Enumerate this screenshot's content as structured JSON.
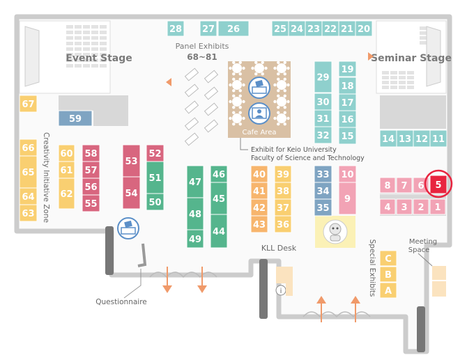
{
  "labels": {
    "event_stage": "Event Stage",
    "seminar_stage": "Seminar Stage",
    "panel_exhibits": "Panel Exhibits",
    "panel_range": "68~81",
    "cafe_area": "Cafe Area",
    "keio_line1": "Exhibit for Keio University",
    "keio_line2": "Faculty of Science and Technology",
    "creativity_zone": "Creativity Initiative Zone",
    "kll_desk": "KLL Desk",
    "special_exhibits": "Special Exhibits",
    "meeting_line1": "Meeting",
    "meeting_line2": "Space",
    "questionnaire": "Questionnaire",
    "info_glyph": "i"
  },
  "colors": {
    "teal": "#8fd0cd",
    "yellow": "#f9cf71",
    "orange": "#f7b56d",
    "pink": "#d8667f",
    "light_pink": "#f2a3b5",
    "green": "#55b58d",
    "blue_gray": "#7fa4c2",
    "cafe": "#d9c0a4",
    "highlight_red": "#e8243f",
    "wall": "#c9c9c9",
    "arrow": "#f09a6a"
  },
  "booths": [
    {
      "n": "28",
      "c": "teal"
    },
    {
      "n": "27",
      "c": "teal"
    },
    {
      "n": "26",
      "c": "teal"
    },
    {
      "n": "25",
      "c": "teal"
    },
    {
      "n": "24",
      "c": "teal"
    },
    {
      "n": "23",
      "c": "teal"
    },
    {
      "n": "22",
      "c": "teal"
    },
    {
      "n": "21",
      "c": "teal"
    },
    {
      "n": "20",
      "c": "teal"
    },
    {
      "n": "29",
      "c": "teal"
    },
    {
      "n": "30",
      "c": "teal"
    },
    {
      "n": "31",
      "c": "teal"
    },
    {
      "n": "32",
      "c": "teal"
    },
    {
      "n": "19",
      "c": "teal"
    },
    {
      "n": "18",
      "c": "teal"
    },
    {
      "n": "17",
      "c": "teal"
    },
    {
      "n": "16",
      "c": "teal"
    },
    {
      "n": "15",
      "c": "teal"
    },
    {
      "n": "14",
      "c": "teal"
    },
    {
      "n": "13",
      "c": "teal"
    },
    {
      "n": "12",
      "c": "teal"
    },
    {
      "n": "11",
      "c": "teal"
    },
    {
      "n": "67",
      "c": "yellow"
    },
    {
      "n": "66",
      "c": "yellow"
    },
    {
      "n": "65",
      "c": "yellow"
    },
    {
      "n": "64",
      "c": "yellow"
    },
    {
      "n": "63",
      "c": "yellow"
    },
    {
      "n": "59",
      "c": "blue_gray"
    },
    {
      "n": "60",
      "c": "yellow"
    },
    {
      "n": "61",
      "c": "yellow"
    },
    {
      "n": "62",
      "c": "yellow"
    },
    {
      "n": "58",
      "c": "pink"
    },
    {
      "n": "57",
      "c": "pink"
    },
    {
      "n": "56",
      "c": "pink"
    },
    {
      "n": "55",
      "c": "pink"
    },
    {
      "n": "53",
      "c": "pink"
    },
    {
      "n": "54",
      "c": "pink"
    },
    {
      "n": "52",
      "c": "pink"
    },
    {
      "n": "51",
      "c": "green"
    },
    {
      "n": "50",
      "c": "green"
    },
    {
      "n": "47",
      "c": "green"
    },
    {
      "n": "48",
      "c": "green"
    },
    {
      "n": "49",
      "c": "green"
    },
    {
      "n": "46",
      "c": "green"
    },
    {
      "n": "45",
      "c": "green"
    },
    {
      "n": "44",
      "c": "green"
    },
    {
      "n": "40",
      "c": "orange"
    },
    {
      "n": "41",
      "c": "orange"
    },
    {
      "n": "42",
      "c": "orange"
    },
    {
      "n": "43",
      "c": "orange"
    },
    {
      "n": "39",
      "c": "yellow"
    },
    {
      "n": "38",
      "c": "yellow"
    },
    {
      "n": "37",
      "c": "yellow"
    },
    {
      "n": "36",
      "c": "yellow"
    },
    {
      "n": "33",
      "c": "blue_gray"
    },
    {
      "n": "34",
      "c": "blue_gray"
    },
    {
      "n": "35",
      "c": "blue_gray"
    },
    {
      "n": "10",
      "c": "light_pink"
    },
    {
      "n": "9",
      "c": "light_pink"
    },
    {
      "n": "8",
      "c": "light_pink"
    },
    {
      "n": "7",
      "c": "light_pink"
    },
    {
      "n": "6",
      "c": "light_pink"
    },
    {
      "n": "5",
      "c": "pink"
    },
    {
      "n": "4",
      "c": "light_pink"
    },
    {
      "n": "3",
      "c": "light_pink"
    },
    {
      "n": "2",
      "c": "light_pink"
    },
    {
      "n": "1",
      "c": "light_pink"
    },
    {
      "n": "C",
      "c": "yellow"
    },
    {
      "n": "B",
      "c": "yellow"
    },
    {
      "n": "A",
      "c": "yellow"
    }
  ],
  "highlighted_booth": "5"
}
